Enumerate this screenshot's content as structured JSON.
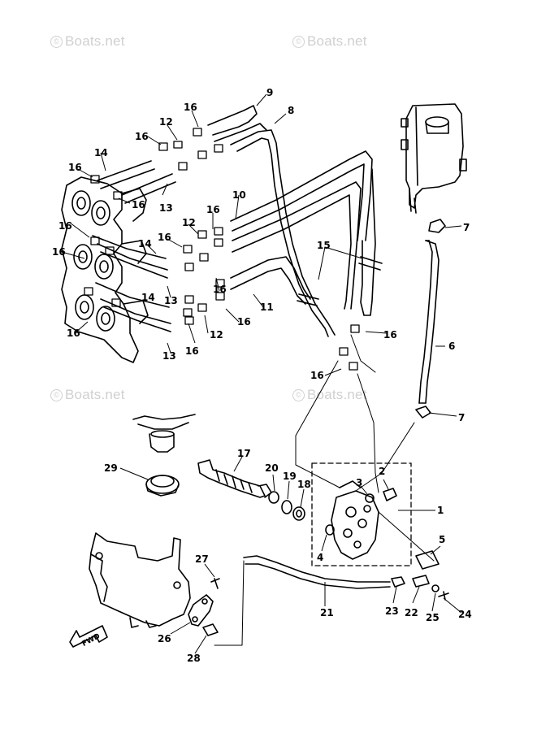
{
  "watermarks": [
    {
      "symbol": "©",
      "text": "Boats.net"
    },
    {
      "symbol": "©",
      "text": "Boats.net"
    },
    {
      "symbol": "©",
      "text": "Boats.net"
    },
    {
      "symbol": "©",
      "text": "Boats.net"
    }
  ],
  "direction_label": "FWD",
  "part_numbers": [
    "1",
    "2",
    "3",
    "4",
    "5",
    "6",
    "7",
    "8",
    "9",
    "10",
    "11",
    "12",
    "13",
    "14",
    "15",
    "16",
    "17",
    "18",
    "19",
    "20",
    "21",
    "22",
    "23",
    "24",
    "25",
    "26",
    "27",
    "28",
    "29"
  ],
  "callouts": {
    "c9": "9",
    "c8": "8",
    "c16a": "16",
    "c12a": "12",
    "c16b": "16",
    "c14a": "14",
    "c16c": "16",
    "c16d": "16",
    "c13a": "13",
    "c10": "10",
    "c16e": "16",
    "c12b": "12",
    "c16f": "16",
    "c16g": "16",
    "c14b": "14",
    "c16h": "16",
    "c13b": "13",
    "c14c": "14",
    "c15": "15",
    "c11": "11",
    "c16i": "16",
    "c12c": "12",
    "c16j": "16",
    "c16k": "16",
    "c13c": "13",
    "c16l": "16",
    "c16m": "16",
    "c7a": "7",
    "c6": "6",
    "c7b": "7",
    "c17": "17",
    "c29": "29",
    "c20": "20",
    "c19": "19",
    "c18": "18",
    "c3": "3",
    "c2": "2",
    "c1": "1",
    "c4": "4",
    "c5": "5",
    "c27": "27",
    "c21": "21",
    "c23": "23",
    "c22": "22",
    "c25": "25",
    "c24": "24",
    "c26": "26",
    "c28": "28"
  }
}
